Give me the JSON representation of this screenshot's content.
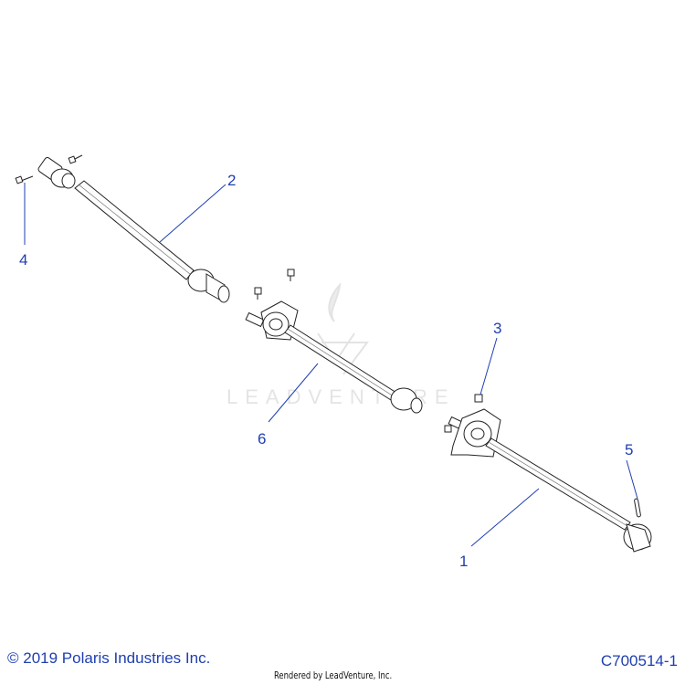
{
  "watermark": {
    "text": "LEADVENTURE"
  },
  "callouts": [
    "1",
    "2",
    "3",
    "4",
    "5",
    "6"
  ],
  "footer": {
    "copyright": "© 2019 Polaris Industries Inc.",
    "rendered_by": "Rendered by LeadVenture, Inc.",
    "code": "C700514-1"
  }
}
